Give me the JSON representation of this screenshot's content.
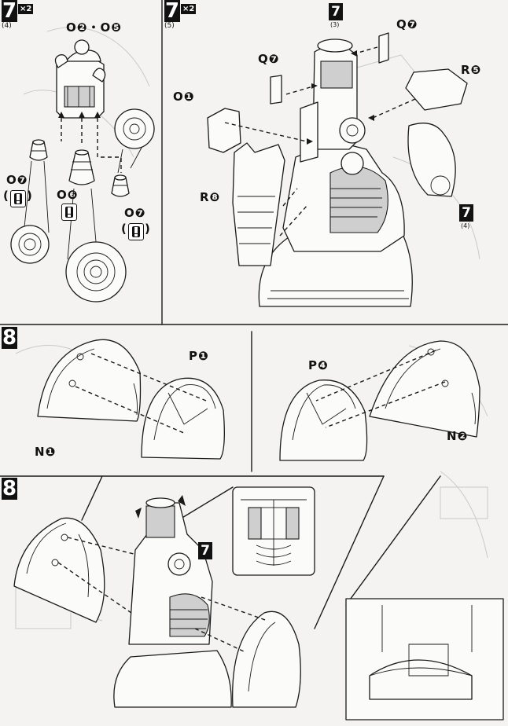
{
  "panel_top_left": {
    "step": "7",
    "sub": "(4)",
    "multiplier": "×2",
    "label_main": "O❷・O❺",
    "label_a": "O❼",
    "label_b": "O❻",
    "label_c": "O❼"
  },
  "panel_top_right": {
    "step": "7",
    "sub": "(5)",
    "multiplier": "×2",
    "ref_top": "7",
    "ref_top_sub": "(3)",
    "ref_bottom": "7",
    "ref_bottom_sub": "(4)",
    "labels": {
      "q7_top": "Q❼",
      "q7_left": "Q❼",
      "r5": "R❺",
      "o1": "O❶",
      "r8": "R❽"
    }
  },
  "panel_middle": {
    "step": "8",
    "labels": {
      "p1": "P❶",
      "n1": "N❶",
      "p4": "P❹",
      "n2": "N❷"
    }
  },
  "panel_bottom": {
    "ref": "7"
  },
  "icons": {
    "warning": "exclamation-warning-icon"
  }
}
